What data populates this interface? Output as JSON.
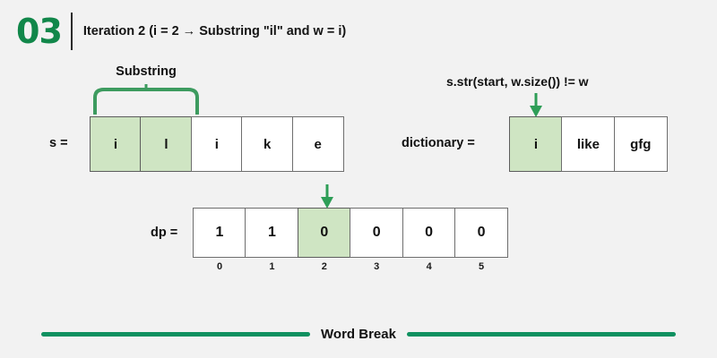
{
  "header": {
    "step_number": "03",
    "title": "Iteration 2 (i = 2 → Substring \"il\" and w = i)"
  },
  "s_row": {
    "label": "s =",
    "cells": [
      {
        "value": "i",
        "highlight": true
      },
      {
        "value": "l",
        "highlight": true
      },
      {
        "value": "i",
        "highlight": false
      },
      {
        "value": "k",
        "highlight": false
      },
      {
        "value": "e",
        "highlight": false
      }
    ],
    "brace_label": "Substring"
  },
  "dictionary_row": {
    "label": "dictionary =",
    "annotation": "s.str(start, w.size()) != w",
    "cells": [
      {
        "value": "i",
        "highlight": true
      },
      {
        "value": "like",
        "highlight": false
      },
      {
        "value": "gfg",
        "highlight": false
      }
    ]
  },
  "dp_row": {
    "label": "dp =",
    "cells": [
      {
        "value": "1",
        "highlight": false
      },
      {
        "value": "1",
        "highlight": false
      },
      {
        "value": "0",
        "highlight": true
      },
      {
        "value": "0",
        "highlight": false
      },
      {
        "value": "0",
        "highlight": false
      },
      {
        "value": "0",
        "highlight": false
      }
    ],
    "indices": [
      "0",
      "1",
      "2",
      "3",
      "4",
      "5"
    ]
  },
  "footer": {
    "text": "Word Break"
  },
  "colors": {
    "accent_green": "#11874a",
    "rule_green": "#0f9160",
    "highlight_fill": "#cfe5c3",
    "arrow_green": "#2e9e57",
    "cell_border": "#6e6e6e",
    "background": "#f2f2f2"
  },
  "icons": {
    "down_arrow": "down-arrow-icon",
    "brace": "curly-brace-icon"
  }
}
